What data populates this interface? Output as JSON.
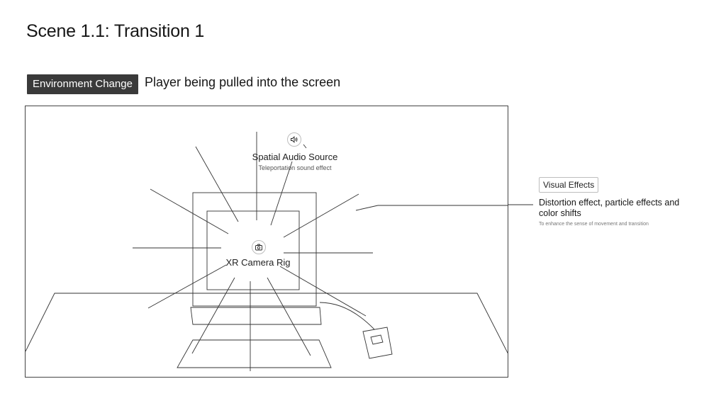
{
  "title": "Scene 1.1: Transition 1",
  "tag": "Environment Change",
  "subtitle": "Player being pulled into the screen",
  "audio": {
    "title": "Spatial Audio Source",
    "subtitle": "Teleportation sound effect",
    "icon": "speaker-icon"
  },
  "camera": {
    "title": "XR Camera Rig",
    "icon": "camera-icon"
  },
  "visual_effects": {
    "badge": "Visual Effects",
    "description": "Distortion effect, particle effects and color shifts",
    "note": "To enhance the sense of movement and transition"
  }
}
